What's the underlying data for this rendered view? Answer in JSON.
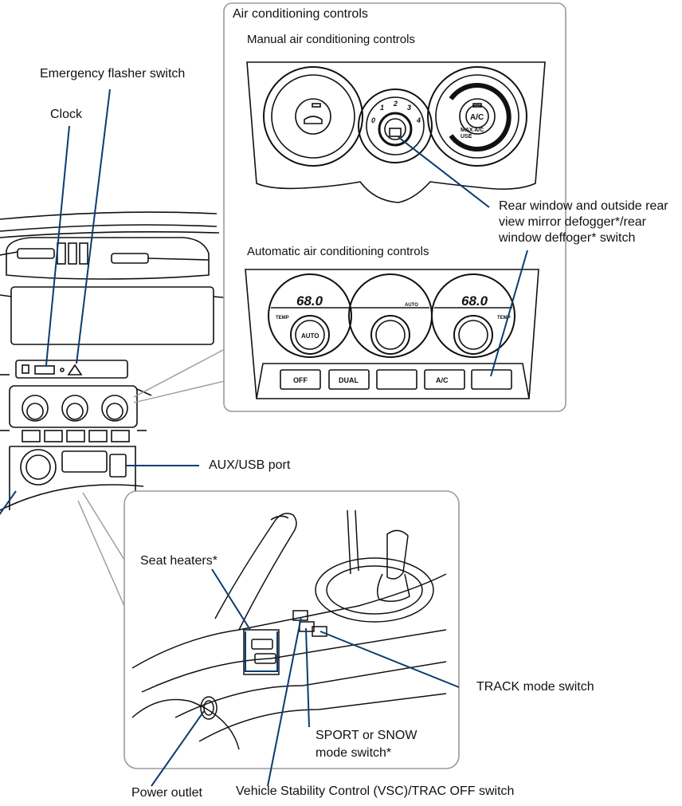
{
  "labels": {
    "air_conditioning_controls": "Air conditioning controls",
    "manual_controls": "Manual air conditioning controls",
    "automatic_controls": "Automatic air conditioning controls",
    "emergency_flasher": "Emergency flasher switch",
    "clock": "Clock",
    "rear_defogger": "Rear window and outside rear\nview mirror defogger*/rear\nwindow deffoger* switch",
    "aux_usb": "AUX/USB port",
    "seat_heaters": "Seat heaters*",
    "track_mode": "TRACK mode switch",
    "sport_snow": "SPORT or SNOW\nmode switch*",
    "power_outlet": "Power outlet",
    "vsc": "Vehicle Stability Control (VSC)/TRAC OFF switch"
  },
  "manual_panel": {
    "ac_label": "A/C",
    "max_ac": "MAX A/C\nUSE",
    "fan_speeds": [
      "0",
      "1",
      "2",
      "3",
      "4"
    ]
  },
  "auto_panel": {
    "left_temp": "68.0",
    "right_temp": "68.0",
    "temp_label": "TEMP",
    "auto_knob": "AUTO",
    "auto_mode": "AUTO",
    "buttons": [
      "OFF",
      "DUAL",
      "",
      "A/C",
      ""
    ]
  },
  "colors": {
    "leader": "#0b3d6e",
    "line": "#111111",
    "callout_border": "#9a9a9a"
  }
}
